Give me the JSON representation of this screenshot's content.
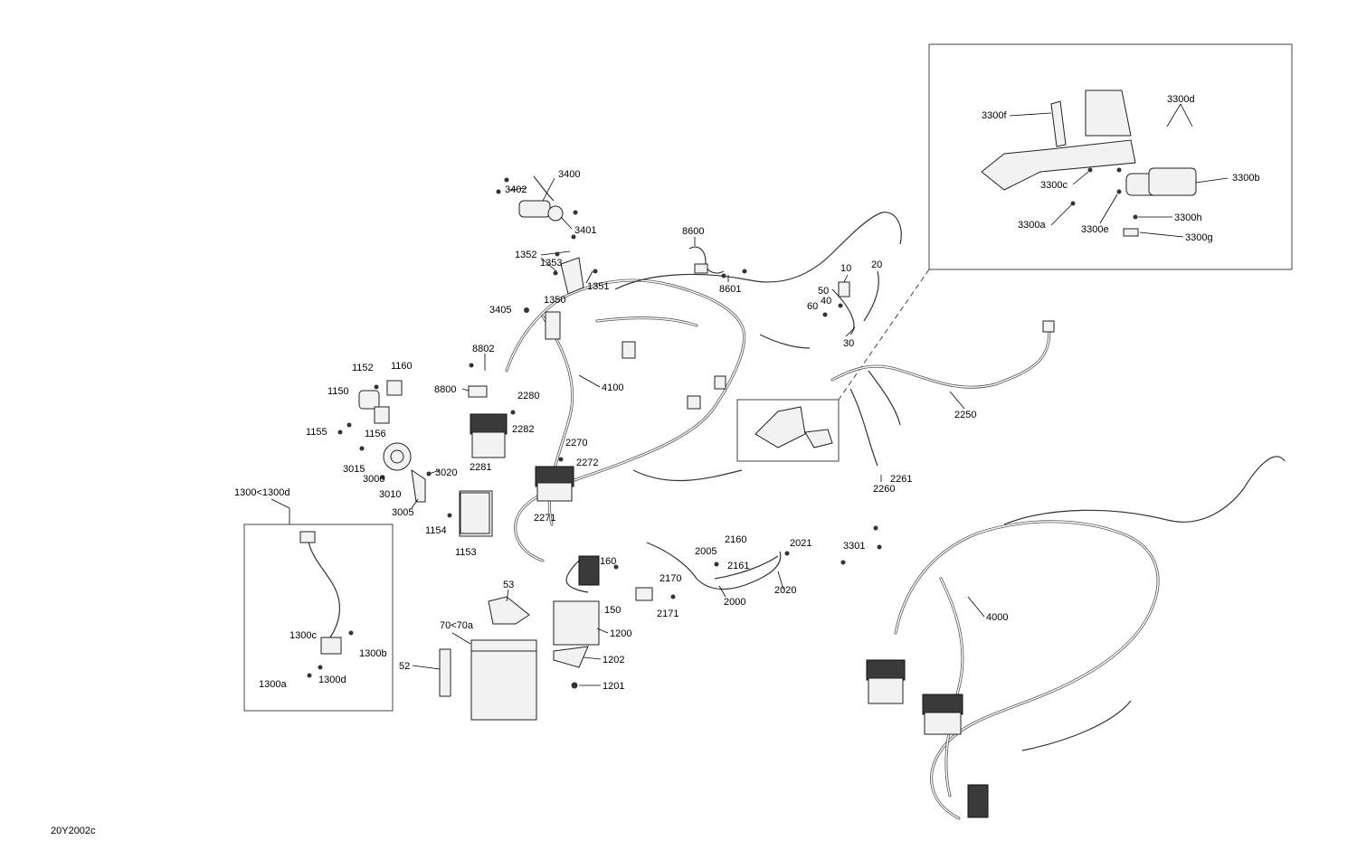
{
  "document_id": "20Y2002c",
  "callouts": {
    "c3400": "3400",
    "c3402": "3402",
    "c3401": "3401",
    "c1352": "1352",
    "c1353": "1353",
    "c1351": "1351",
    "c1350": "1350",
    "c3405": "3405",
    "c8600": "8600",
    "c8601": "8601",
    "c10": "10",
    "c20": "20",
    "c50": "50",
    "c40": "40",
    "c60": "60",
    "c30": "30",
    "c8802": "8802",
    "c8800": "8800",
    "c4100": "4100",
    "c1152": "1152",
    "c1160": "1160",
    "c1150": "1150",
    "c1155": "1155",
    "c1156": "1156",
    "c2280": "2280",
    "c2282": "2282",
    "c2270": "2270",
    "c2272": "2272",
    "c2281": "2281",
    "c2271": "2271",
    "c2250": "2250",
    "c2261": "2261",
    "c2260": "2260",
    "c3015": "3015",
    "c3000": "3000",
    "c3010": "3010",
    "c3020": "3020",
    "c3005": "3005",
    "c1300range": "1300<1300d",
    "c1154": "1154",
    "c1153": "1153",
    "c160": "160",
    "c150": "150",
    "c2005": "2005",
    "c2160": "2160",
    "c2161": "2161",
    "c2021": "2021",
    "c2170": "2170",
    "c2171": "2171",
    "c2000": "2000",
    "c2020": "2020",
    "c3301": "3301",
    "c53": "53",
    "c70range": "70<70a",
    "c52": "52",
    "c1200": "1200",
    "c1202": "1202",
    "c1201": "1201",
    "c1300c": "1300c",
    "c1300b": "1300b",
    "c1300a": "1300a",
    "c1300d": "1300d",
    "c4000": "4000",
    "c3300f": "3300f",
    "c3300d": "3300d",
    "c3300c": "3300c",
    "c3300b": "3300b",
    "c3300a": "3300a",
    "c3300e": "3300e",
    "c3300h": "3300h",
    "c3300g": "3300g"
  }
}
